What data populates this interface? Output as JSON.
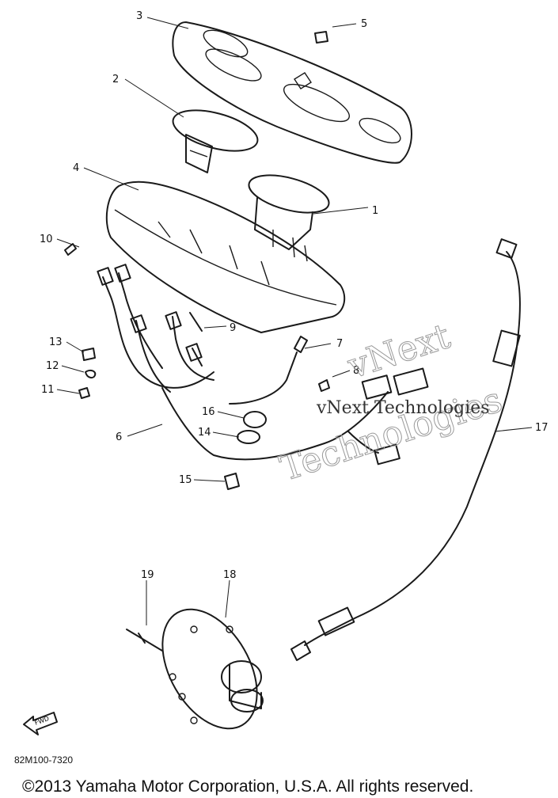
{
  "diagram": {
    "code": "82M100-7320",
    "copyright": "©2013 Yamaha Motor Corporation, U.S.A. All rights reserved.",
    "fwd_label": "FWD",
    "watermark": {
      "line1": "vNext",
      "line2": "Technologies",
      "overlay": "vNext Technologies"
    },
    "callouts": [
      {
        "id": "1",
        "label": "1"
      },
      {
        "id": "2",
        "label": "2"
      },
      {
        "id": "3",
        "label": "3"
      },
      {
        "id": "4",
        "label": "4"
      },
      {
        "id": "5",
        "label": "5"
      },
      {
        "id": "6",
        "label": "6"
      },
      {
        "id": "7",
        "label": "7"
      },
      {
        "id": "8",
        "label": "8"
      },
      {
        "id": "9",
        "label": "9"
      },
      {
        "id": "10",
        "label": "10"
      },
      {
        "id": "11",
        "label": "11"
      },
      {
        "id": "12",
        "label": "12"
      },
      {
        "id": "13",
        "label": "13"
      },
      {
        "id": "14",
        "label": "14"
      },
      {
        "id": "15",
        "label": "15"
      },
      {
        "id": "16",
        "label": "16"
      },
      {
        "id": "17",
        "label": "17"
      },
      {
        "id": "18",
        "label": "18"
      },
      {
        "id": "19",
        "label": "19"
      }
    ]
  }
}
